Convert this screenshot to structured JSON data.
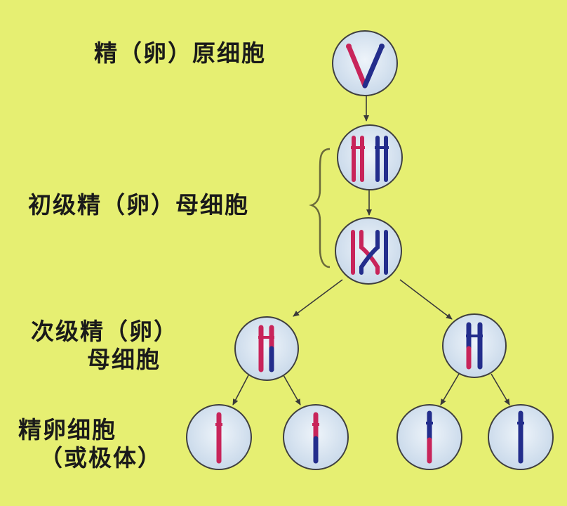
{
  "labels": {
    "spermatogonium": "精（卵）原细胞",
    "primary": "初级精（卵）母细胞",
    "secondary_line1": "次级精（卵）",
    "secondary_line2": "母细胞",
    "gamete_line1": "精卵细胞",
    "gamete_line2": "（或极体）"
  },
  "colors": {
    "background": "#e6ef72",
    "cell_fill": "#d9e6f2",
    "cell_stroke": "#3f3f3f",
    "red_chromosome": "#c8245a",
    "blue_chromosome": "#232d8c",
    "arrow": "#3a3a3a",
    "brace": "#5a5a3a"
  },
  "cells": [
    {
      "name": "spermatogonium-cell",
      "stage": "精（卵）原细胞"
    },
    {
      "name": "primary-cell-prophase",
      "stage": "初级精（卵）母细胞"
    },
    {
      "name": "primary-cell-crossover",
      "stage": "初级精（卵）母细胞"
    },
    {
      "name": "secondary-cell-left",
      "stage": "次级精（卵）母细胞"
    },
    {
      "name": "secondary-cell-right",
      "stage": "次级精（卵）母细胞"
    },
    {
      "name": "gamete-cell-1",
      "stage": "精卵细胞（或极体）"
    },
    {
      "name": "gamete-cell-2",
      "stage": "精卵细胞（或极体）"
    },
    {
      "name": "gamete-cell-3",
      "stage": "精卵细胞（或极体）"
    },
    {
      "name": "gamete-cell-4",
      "stage": "精卵细胞（或极体）"
    }
  ]
}
